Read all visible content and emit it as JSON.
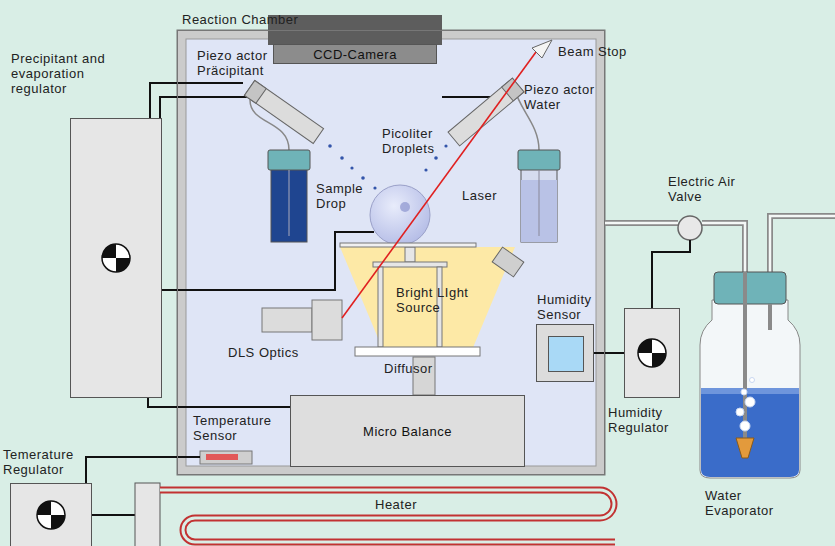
{
  "diagram": {
    "nodes": [
      {
        "text": [
          "Reaction Chamber"
        ]
      },
      {
        "text": [
          "Precipitant and evaporation regulator"
        ]
      },
      {
        "text": [
          "CCD-Camera"
        ],
        "in": 0
      },
      {
        "text": [
          "Humidity Sensor"
        ],
        "in": 0
      },
      {
        "text": [
          "Micro Balance"
        ],
        "in": 0
      },
      {
        "text": [
          "Humidity Regulator"
        ]
      },
      {
        "text": [
          "Temerature Regulator"
        ]
      }
    ],
    "edges": [
      {
        "from": 1,
        "to": 4,
        "arrow": "none"
      },
      {
        "from": 3,
        "to": 5,
        "arrow": "none"
      }
    ],
    "labels": [
      "Piezo actor Präcipitant",
      "Beam Stop",
      "Piezo actor Water",
      "Picoliter Droplets",
      "Sample Drop",
      "Laser",
      "Bright LIght Source",
      "DLS Optics",
      "Diffusor",
      "Temperature Sensor",
      "Electric Air Valve",
      "Heater",
      "Water Evaporator"
    ]
  }
}
